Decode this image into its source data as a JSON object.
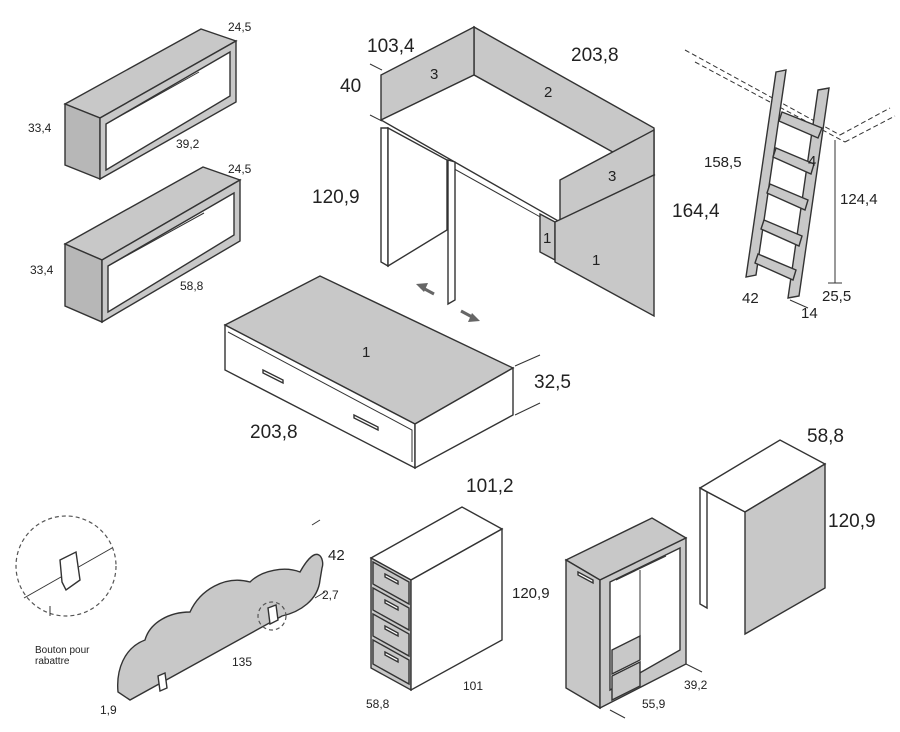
{
  "diagram": {
    "shelf_top": {
      "width": "24,5",
      "height": "33,4",
      "depth": "39,2"
    },
    "shelf_bottom": {
      "width": "24,5",
      "height": "33,4",
      "depth": "58,8"
    },
    "loft_bed": {
      "d1": "103,4",
      "d2": "203,8",
      "d3": "40",
      "d4": "120,9",
      "d5": "164,4",
      "panel_2": "2",
      "panel_3a": "3",
      "panel_3b": "3",
      "panel_1a": "1",
      "panel_1b": "1"
    },
    "ladder": {
      "h1": "158,5",
      "h2": "124,4",
      "w": "42",
      "d1": "14",
      "d2": "25,5",
      "num": "4"
    },
    "trundle": {
      "num": "1",
      "length": "203,8",
      "height": "32,5"
    },
    "headboard": {
      "height": "42",
      "thick": "2,7",
      "length": "135",
      "base": "1,9",
      "note_line1": "Bouton pour",
      "note_line2": "rabattre"
    },
    "drawer_unit": {
      "top": "101,2",
      "height": "120,9",
      "depth": "101",
      "width": "58,8"
    },
    "wardrobe": {
      "depth": "39,2",
      "width": "55,9"
    },
    "desk_panel": {
      "top": "58,8",
      "height": "120,9"
    }
  },
  "colors": {
    "panel": "#c8c8c8",
    "stroke": "#333333"
  }
}
